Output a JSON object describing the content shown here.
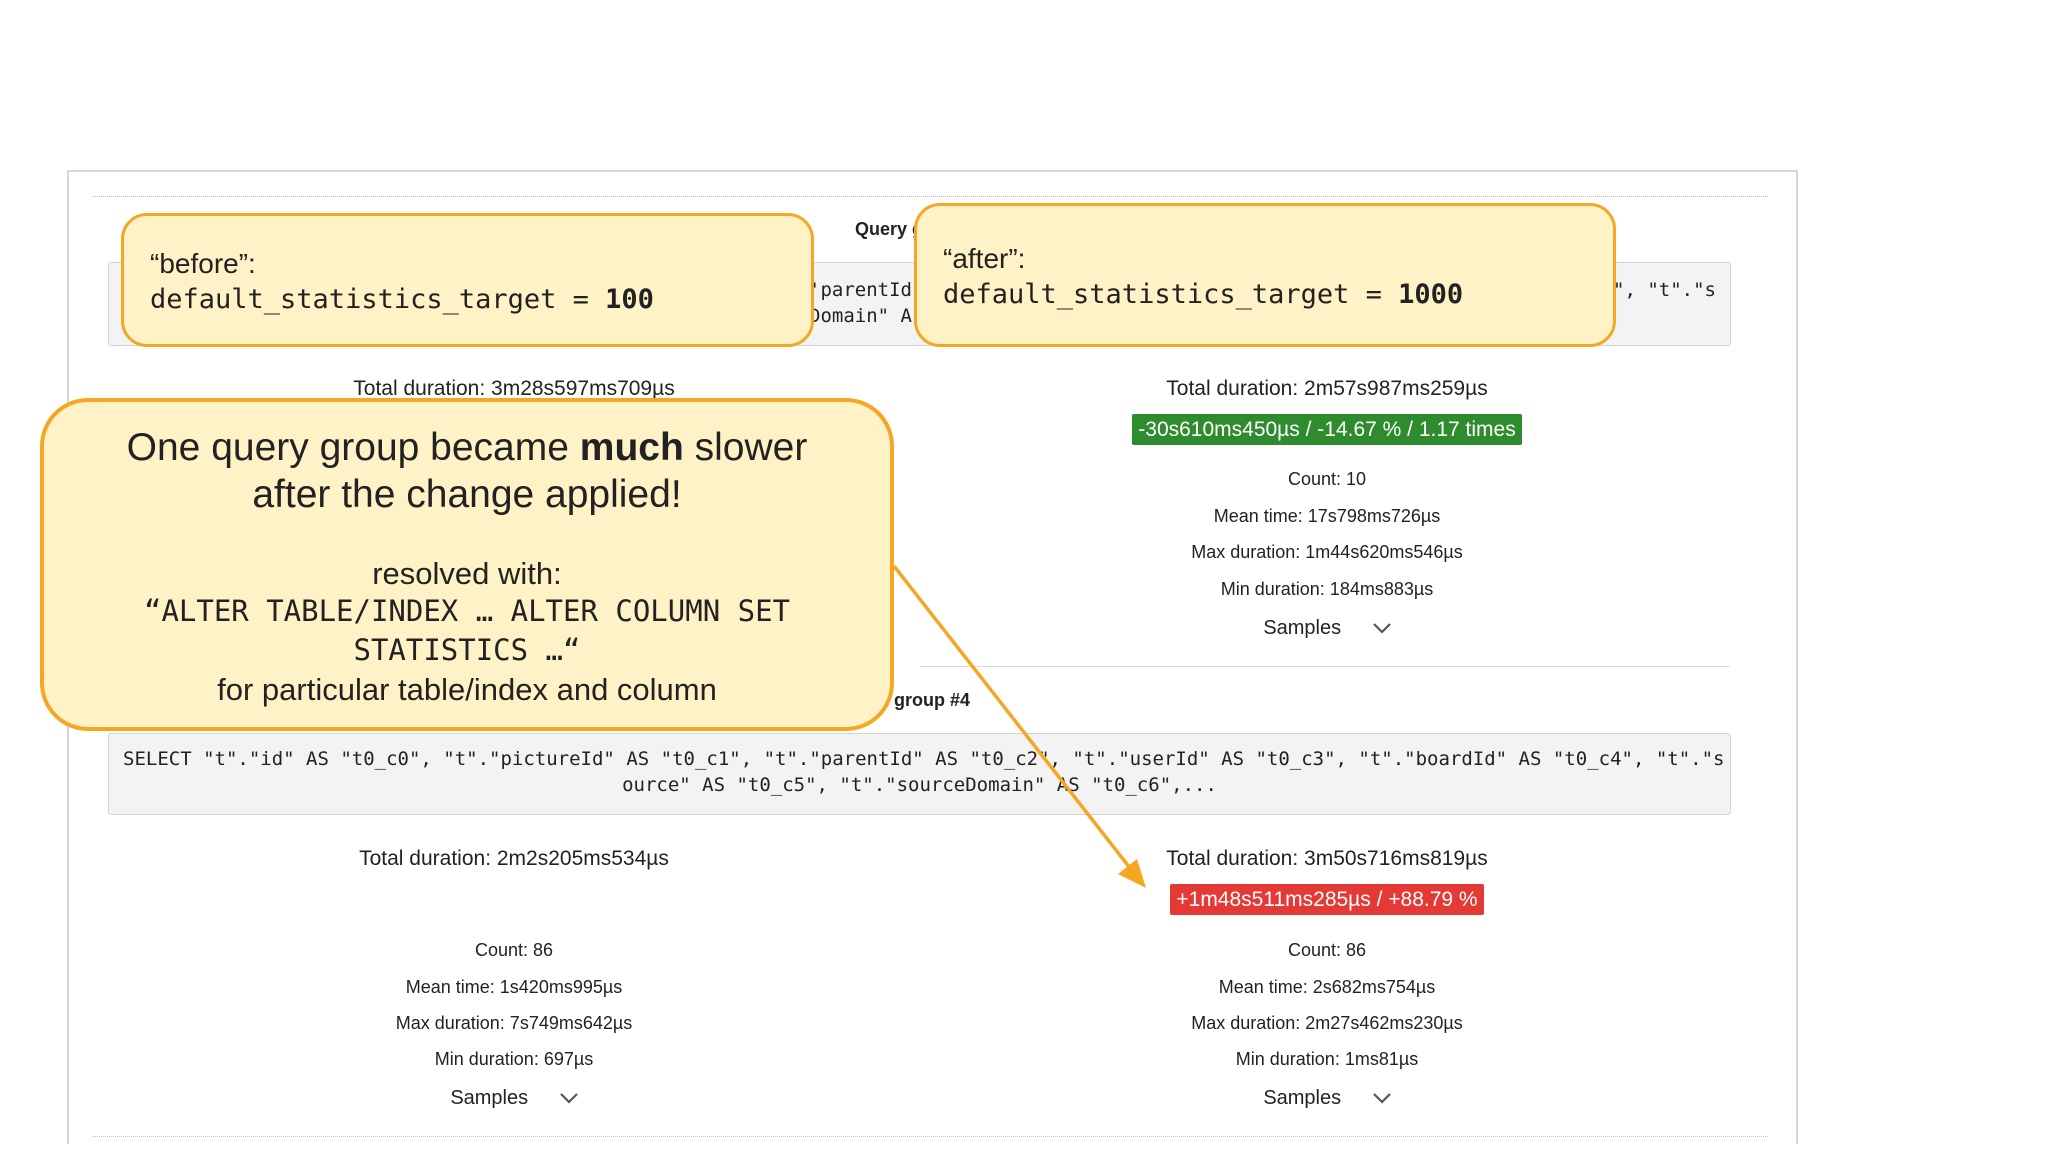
{
  "group3": {
    "title": "Query g",
    "sql_line1": "'parentId'",
    "sql_line2": "Domain\" A",
    "sql_right": "\", \"t\".\"s",
    "before": {
      "total": "Total duration: 3m28s597ms709µs"
    },
    "after": {
      "total": "Total duration: 2m57s987ms259µs",
      "badge": "-30s610ms450µs / -14.67 % / 1.17 times",
      "count": "Count: 10",
      "mean": "Mean time: 17s798ms726µs",
      "max": "Max duration: 1m44s620ms546µs",
      "min": "Min duration: 184ms883µs",
      "samples": "Samples"
    }
  },
  "group4": {
    "title": "ry group #4",
    "sql_line1": "SELECT \"t\".\"id\" AS \"t0_c0\", \"t\".\"pictureId\" AS \"t0_c1\", \"t\".\"parentId\" AS \"t0_c2\", \"t\".\"userId\" AS \"t0_c3\", \"t\".\"boardId\" AS \"t0_c4\", \"t\".\"s",
    "sql_line2": "ource\" AS \"t0_c5\", \"t\".\"sourceDomain\" AS \"t0_c6\",...",
    "before": {
      "total": "Total duration: 2m2s205ms534µs",
      "count": "Count: 86",
      "mean": "Mean time: 1s420ms995µs",
      "max": "Max duration: 7s749ms642µs",
      "min": "Min duration: 697µs",
      "samples": "Samples"
    },
    "after": {
      "total": "Total duration: 3m50s716ms819µs",
      "badge": "+1m48s511ms285µs / +88.79 %",
      "count": "Count: 86",
      "mean": "Mean time: 2s682ms754µs",
      "max": "Max duration: 2m27s462ms230µs",
      "min": "Min duration: 1ms81µs",
      "samples": "Samples"
    }
  },
  "callouts": {
    "before_label": "“before”:",
    "before_code": "default_statistics_target = ",
    "before_value": "100",
    "after_label": "“after”:",
    "after_code": "default_statistics_target = ",
    "after_value": "1000",
    "main_pre": "One query group became ",
    "main_bold": "much",
    "main_post": " slower",
    "main_line2": "after the change applied!",
    "resolved": "resolved with:",
    "mono_line1": "“ALTER TABLE/INDEX … ALTER COLUMN SET",
    "mono_line2": "STATISTICS …“",
    "tail": "for particular table/index and column"
  },
  "colors": {
    "improved": "#2e8b2e",
    "regressed": "#e53935",
    "callout_fill": "#fff2c6",
    "callout_border": "#f5a623"
  },
  "icons": {
    "samples_toggle": "chevron-down-icon",
    "pointer": "arrow"
  }
}
